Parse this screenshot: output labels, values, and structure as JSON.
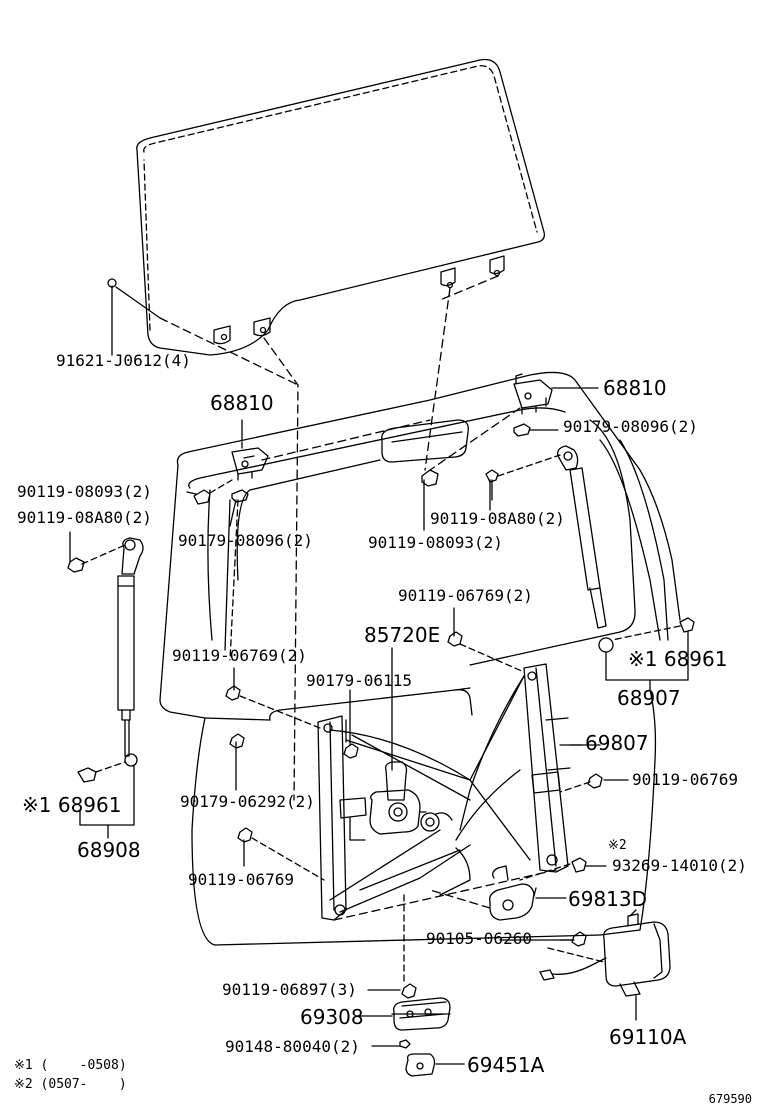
{
  "colors": {
    "line": "#000000",
    "background": "#ffffff"
  },
  "labels": {
    "glass_bolt": "91621-J0612(4)",
    "bracket_right": "68810",
    "bracket_left": "68810",
    "nut_right": "90179-08096(2)",
    "bolt_left_upper": "90119-08093(2)",
    "bolt_left_a80": "90119-08A80(2)",
    "nut_left": "90179-08096(2)",
    "bolt_mid_a80": "90119-08A80(2)",
    "bolt_mid_093": "90119-08093(2)",
    "bolt_06769_top": "90119-06769(2)",
    "bolt_06769_left": "90119-06769(2)",
    "motor": "85720E",
    "nut_06115": "90179-06115",
    "stay_right_bolt": "※1 68961",
    "stay_right": "68907",
    "regulator": "69807",
    "bolt_06769_right": "90119-06769",
    "nut_06292": "90179-06292(2)",
    "stay_left_bolt": "※1 68961",
    "stay_left": "68908",
    "screw_note": "※2",
    "screw_14010": "93269-14010(2)",
    "bolt_06769_bottom": "90119-06769",
    "lever": "69813D",
    "bolt_06260": "90105-06260",
    "bolt_06897": "90119-06897(3)",
    "bracket_69308": "69308",
    "clip_80040": "90148-80040(2)",
    "clip_69451a": "69451A",
    "controller": "69110A"
  },
  "notes": {
    "note1": "※1 (    -0508)",
    "note2": "※2 (0507-    )"
  },
  "figure_id": "679590"
}
